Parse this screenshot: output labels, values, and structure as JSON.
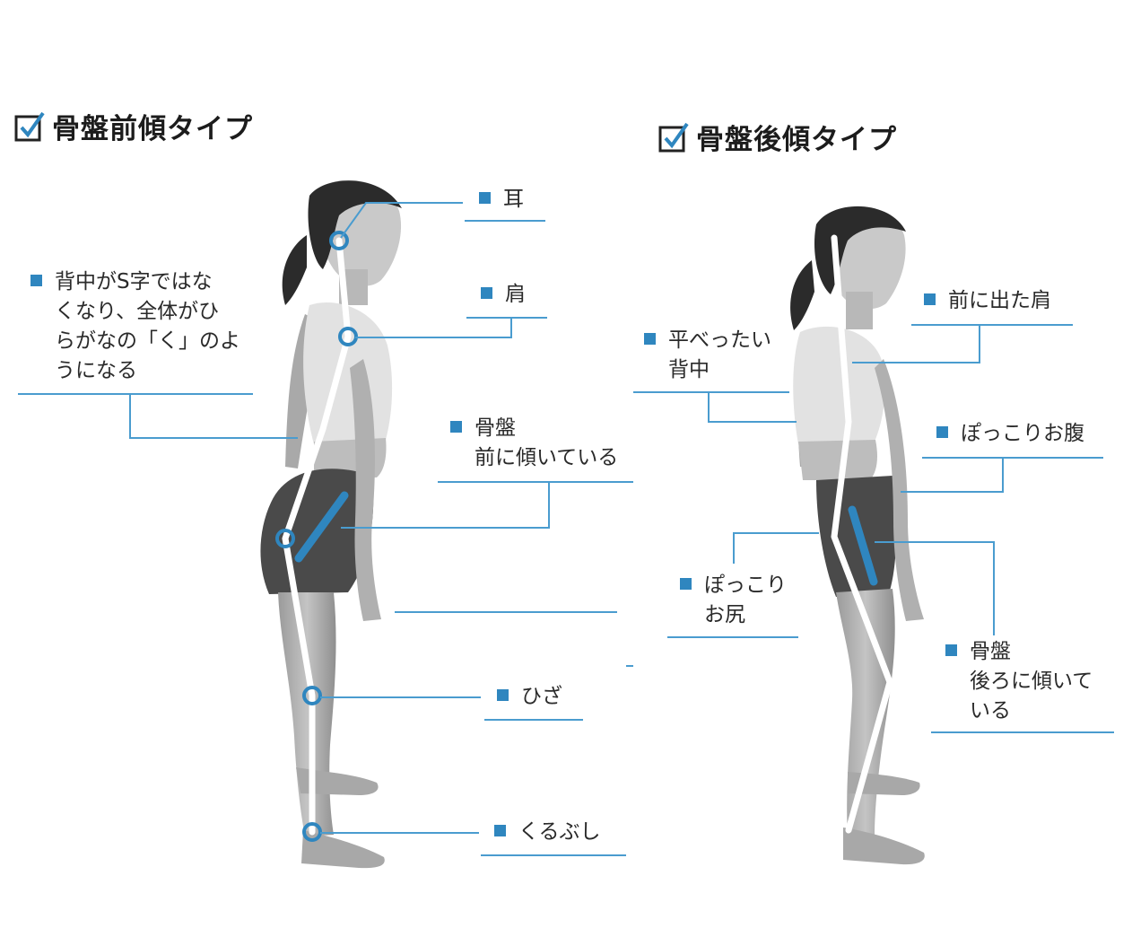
{
  "left_panel": {
    "title": "骨盤前傾タイプ",
    "labels": {
      "ear": "耳",
      "back_line1": "背中がS字ではな",
      "back_line2": "くなり、全体がひ",
      "back_line3": "らがなの「く」のよ",
      "back_line4": "うになる",
      "shoulder": "肩",
      "pelvis_line1": "骨盤",
      "pelvis_line2": "前に傾いている",
      "knee": "ひざ",
      "ankle": "くるぶし"
    }
  },
  "right_panel": {
    "title": "骨盤後傾タイプ",
    "labels": {
      "shoulder": "前に出た肩",
      "back_line1": "平べったい",
      "back_line2": "背中",
      "belly": "ぽっこりお腹",
      "hip_line1": "ぽっこり",
      "hip_line2": "お尻",
      "pelvis_line1": "骨盤",
      "pelvis_line2": "後ろに傾いて",
      "pelvis_line3": "いる"
    }
  },
  "colors": {
    "accent": "#2f86bf",
    "leader": "#4a9ccf",
    "figure": "#8a8a8a"
  }
}
